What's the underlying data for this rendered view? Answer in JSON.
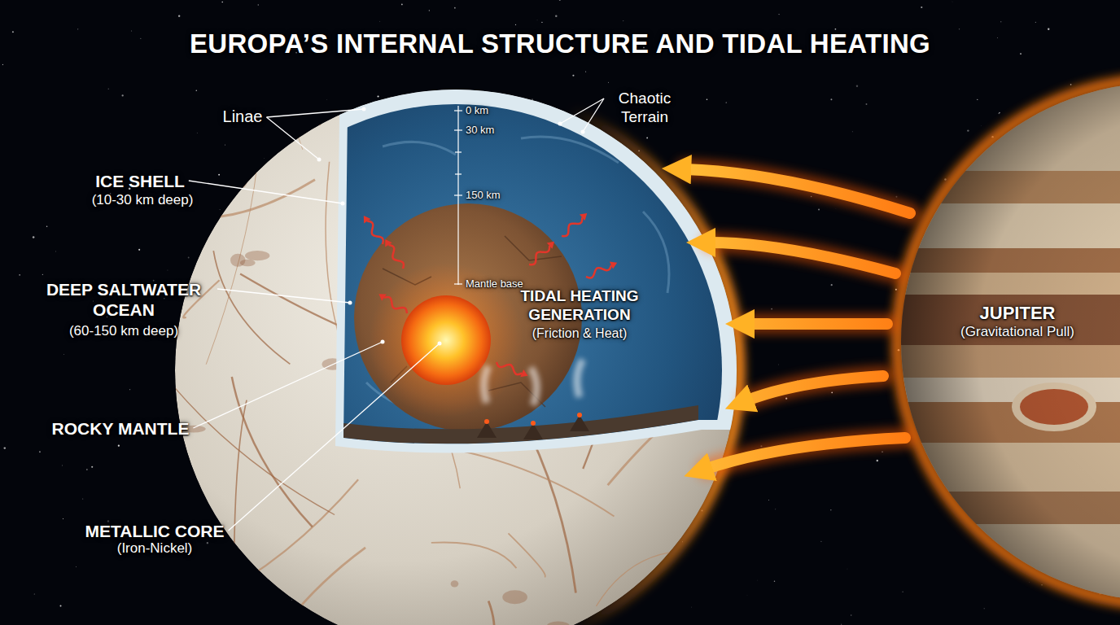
{
  "diagram": {
    "title": "EUROPA’S INTERNAL STRUCTURE AND TIDAL HEATING",
    "nodes": [
      {
        "text": [
          "JUPITER",
          "(Gravitational Pull)"
        ]
      }
    ],
    "labels": [
      "Linae",
      "0 km",
      "30 km",
      "150 km",
      "Mantle base",
      "Chaotic Terrain",
      "ICE SHELL",
      "(10-30 km deep)",
      "DEEP SALTWATER OCEAN",
      "(60-150 km deep)",
      "TIDAL HEATING GENERATION",
      "(Friction & Heat)",
      "ROCKY MANTLE",
      "METALLIC CORE",
      "(Iron-Nickel)"
    ]
  }
}
